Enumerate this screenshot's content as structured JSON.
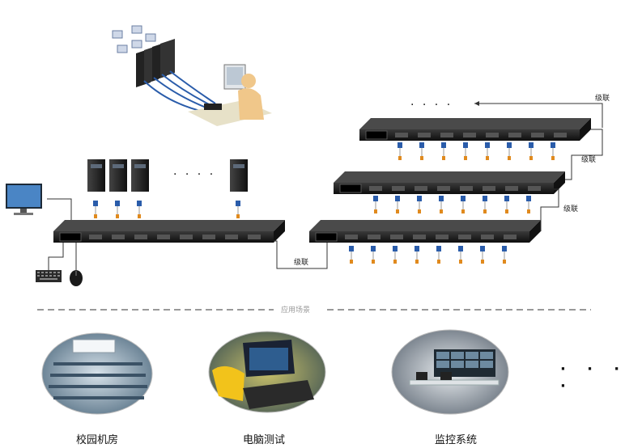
{
  "cascade_label": "级联",
  "ellipsis": "· · · ·",
  "divider_text": "应用场景",
  "scenes": [
    {
      "label": "校园机房",
      "icon": "computer-lab-photo"
    },
    {
      "label": "电脑测试",
      "icon": "computer-testing-photo"
    },
    {
      "label": "监控系统",
      "icon": "monitoring-system-photo"
    }
  ],
  "more_scenes": "· · · ·",
  "colors": {
    "switch_body": "#1b1b1b",
    "cable_blue": "#2a5caa",
    "cable_orange": "#e08a1e",
    "divider": "#999999"
  }
}
